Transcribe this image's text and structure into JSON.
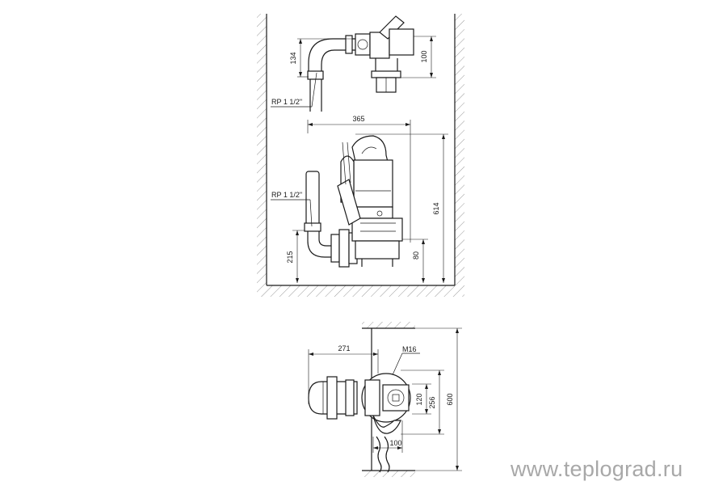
{
  "dimensions": {
    "top_view_134": "134",
    "top_view_100": "100",
    "width_365": "365",
    "height_614": "614",
    "outlet_215": "215",
    "base_80": "80",
    "plan_271": "271",
    "bolt_m16": "M16",
    "plan_120": "120",
    "plan_256": "256",
    "plan_600": "600",
    "plan_100": "100"
  },
  "labels": {
    "thread_top": "RP 1 1/2\"",
    "thread_side": "RP 1 1/2\""
  },
  "watermark": "www.teplograd.ru"
}
